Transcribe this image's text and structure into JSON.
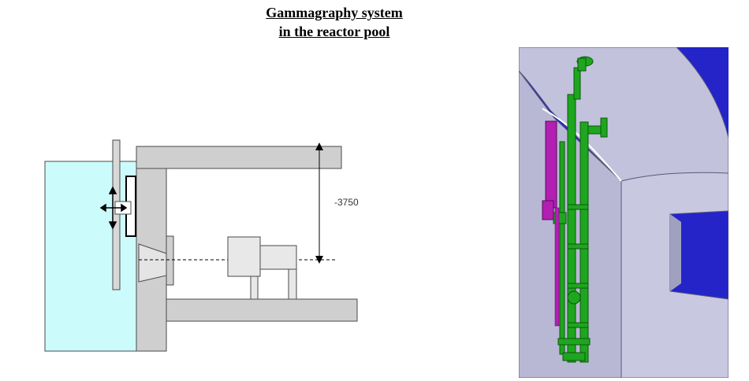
{
  "header": {
    "title_line1": "Gammagraphy system",
    "title_line2": "in the reactor pool"
  },
  "schematic": {
    "dimension_label": "-3750",
    "colors": {
      "pool_water": "#ccfbfc",
      "concrete_wall": "#cfcfcf",
      "outline": "#4a4a4a"
    }
  },
  "render3d": {
    "colors": {
      "pool_wall": "#c2c2dc",
      "pool_interior": "#2424c8",
      "frame": "#1ea61e",
      "actuator": "#b21fb2"
    }
  }
}
